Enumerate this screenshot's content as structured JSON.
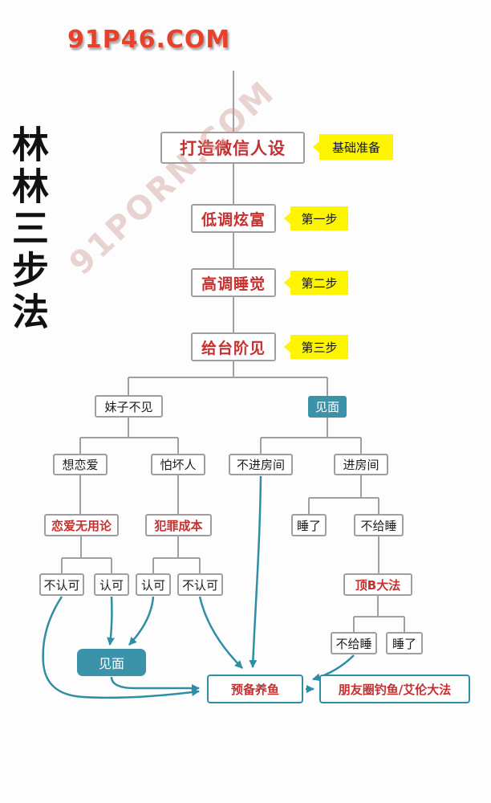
{
  "watermarks": {
    "top": "91P46.COM",
    "diagonal": "91PORN.COM"
  },
  "title": "林林三步法",
  "colors": {
    "red": "#c53030",
    "yellow": "#fcf400",
    "teal": "#3a93a8",
    "line": "#a0a0a0"
  },
  "main_steps": [
    {
      "label": "打造微信人设",
      "tag": "基础准备"
    },
    {
      "label": "低调炫富",
      "tag": "第一步"
    },
    {
      "label": "高调睡觉",
      "tag": "第二步"
    },
    {
      "label": "给台阶见",
      "tag": "第三步"
    }
  ],
  "nodes": {
    "girl_no_meet": "妹子不见",
    "meet": "见面",
    "want_love": "想恋爱",
    "fear_bad_people": "怕坏人",
    "love_useless_theory": "恋爱无用论",
    "crime_cost": "犯罪成本",
    "disagree_left": "不认可",
    "agree_left": "认可",
    "agree_right": "认可",
    "disagree_right": "不认可",
    "no_enter_room": "不进房间",
    "enter_room": "进房间",
    "slept": "睡了",
    "no_sleep": "不给睡",
    "top_b_method": "顶B大法",
    "no_sleep_2": "不给睡",
    "slept_2": "睡了",
    "meet_final": "见面",
    "prepare_fishing": "预备养鱼",
    "moments_fishing": "朋友圈钓鱼/艾伦大法"
  }
}
